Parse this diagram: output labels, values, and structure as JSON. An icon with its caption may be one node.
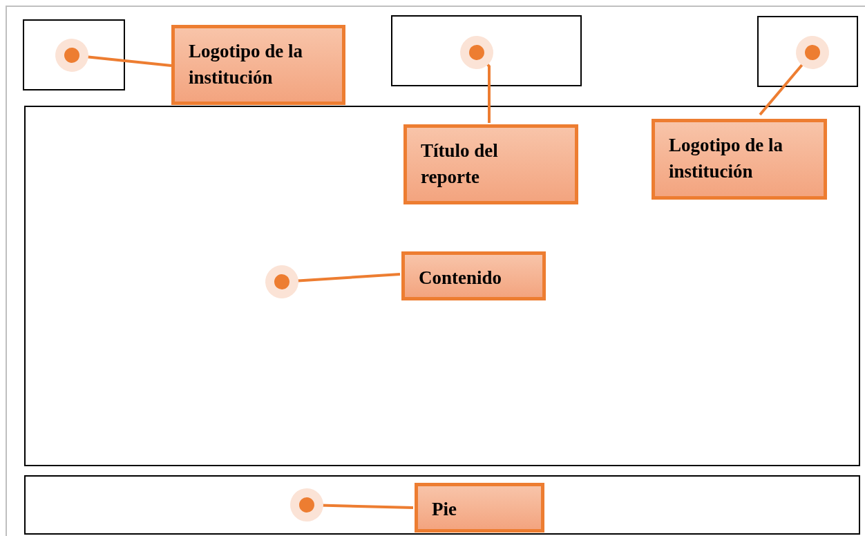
{
  "diagram": {
    "nodes": [
      {
        "text": [],
        "shape": "box"
      },
      {
        "text": [
          "Logotipo de la institución"
        ]
      },
      {
        "text": [],
        "shape": "box"
      },
      {
        "text": [],
        "shape": "box"
      },
      {
        "text": [],
        "shape": "box"
      },
      {
        "text": [
          "Título del reporte"
        ],
        "in": 4
      },
      {
        "text": [
          "Logotipo de la institución"
        ],
        "in": 4
      },
      {
        "text": [
          "Contenido"
        ],
        "in": 4
      },
      {
        "text": [],
        "shape": "box"
      },
      {
        "text": [
          "Pie"
        ],
        "in": 8
      }
    ],
    "edges": [
      {
        "from": 1,
        "to": 0,
        "arrow": "other"
      },
      {
        "from": 5,
        "to": 2,
        "arrow": "other"
      },
      {
        "from": 6,
        "to": 3,
        "arrow": "other"
      },
      {
        "from": 7,
        "to": 4,
        "arrow": "other"
      },
      {
        "from": 9,
        "to": 8,
        "arrow": "other"
      }
    ]
  }
}
